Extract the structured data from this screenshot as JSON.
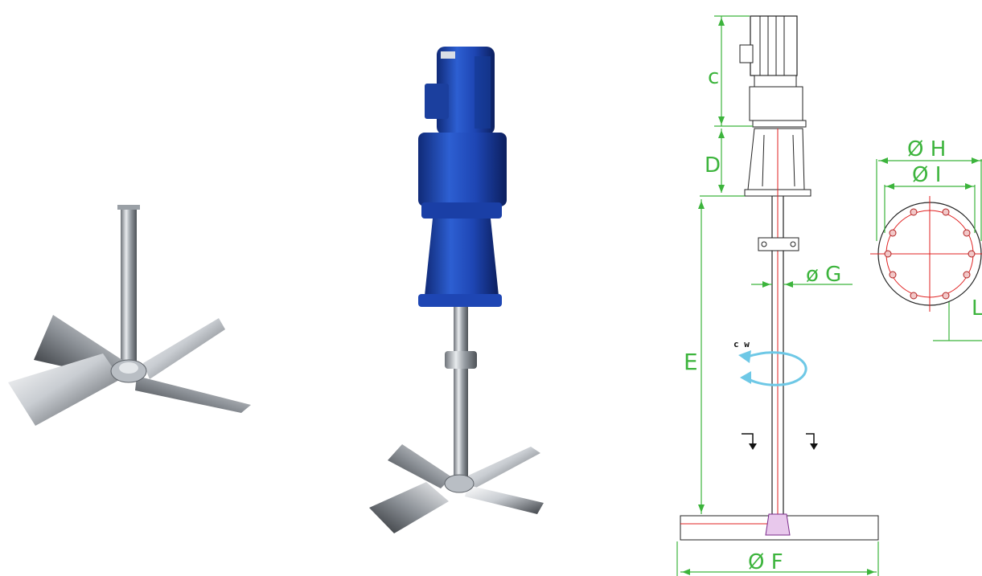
{
  "figure": {
    "photo_left": "stainless-steel-impeller-photo",
    "photo_middle": "blue-agitator-motor-photo",
    "drawing": "agitator-dimension-drawing"
  },
  "labels": {
    "c": "c",
    "d": "D",
    "e": "E",
    "f": "Ø F",
    "g": "ø G",
    "h": "Ø H",
    "i": "Ø I",
    "l": "L",
    "cw": "c w"
  },
  "colors": {
    "dimension": "#3cb43c",
    "centerline": "#e02020",
    "rotation": "#6ec8e6",
    "motor_blue": "#1e46b4",
    "steel": "#b9bec4"
  }
}
